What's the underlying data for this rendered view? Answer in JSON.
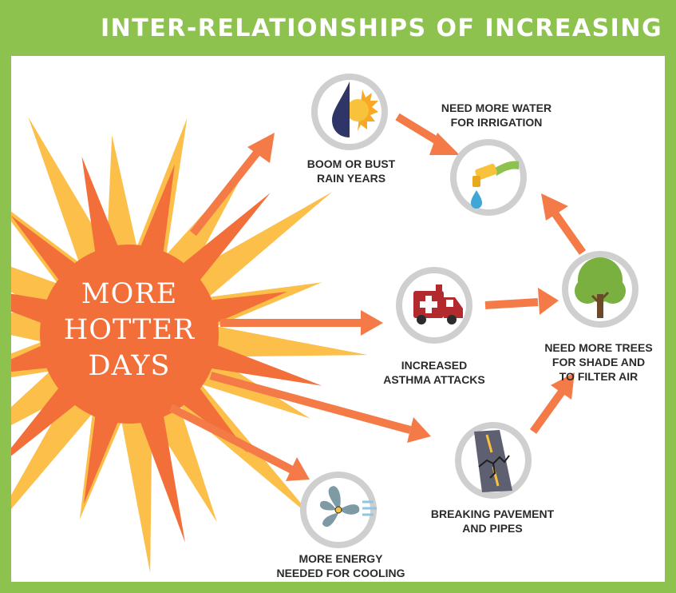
{
  "title": "INTER-RELATIONSHIPS OF INCREASING HEAT",
  "colors": {
    "frame_green": "#8dc24f",
    "sun_orange": "#f26f3a",
    "ray_yellow": "#fbbf4a",
    "arrow_orange": "#f47b47",
    "circle_gray": "#cfcfcf",
    "text_dark": "#2b2b2b"
  },
  "sun": {
    "line1": "MORE",
    "line2": "HOTTER",
    "line3": "DAYS"
  },
  "nodes": [
    {
      "id": "rain",
      "icon": "half-sun-half-raindrop-icon",
      "line1": "BOOM OR BUST",
      "line2": "RAIN YEARS"
    },
    {
      "id": "irrigation",
      "icon": "faucet-icon",
      "line1": "NEED MORE WATER",
      "line2": "FOR IRRIGATION"
    },
    {
      "id": "asthma",
      "icon": "ambulance-icon",
      "line1": "INCREASED",
      "line2": "ASTHMA ATTACKS"
    },
    {
      "id": "trees",
      "icon": "tree-icon",
      "line1": "NEED MORE TREES",
      "line2": "FOR SHADE AND",
      "line3": "TO FILTER AIR"
    },
    {
      "id": "pavement",
      "icon": "cracked-road-icon",
      "line1": "BREAKING PAVEMENT",
      "line2": "AND PIPES"
    },
    {
      "id": "energy",
      "icon": "fan-icon",
      "line1": "MORE ENERGY",
      "line2": "NEEDED FOR COOLING"
    }
  ]
}
